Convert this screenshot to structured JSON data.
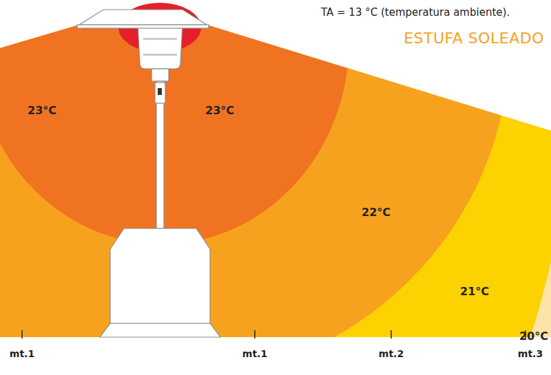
{
  "diagram": {
    "title": "ESTUFA SOLEADO",
    "labels": [
      "TA = 13 °C (temperatura ambiente).",
      "23°C",
      "23°C",
      "22°C",
      "21°C",
      "20°C",
      "mt.1",
      "mt.1",
      "mt.2",
      "mt.3"
    ]
  }
}
